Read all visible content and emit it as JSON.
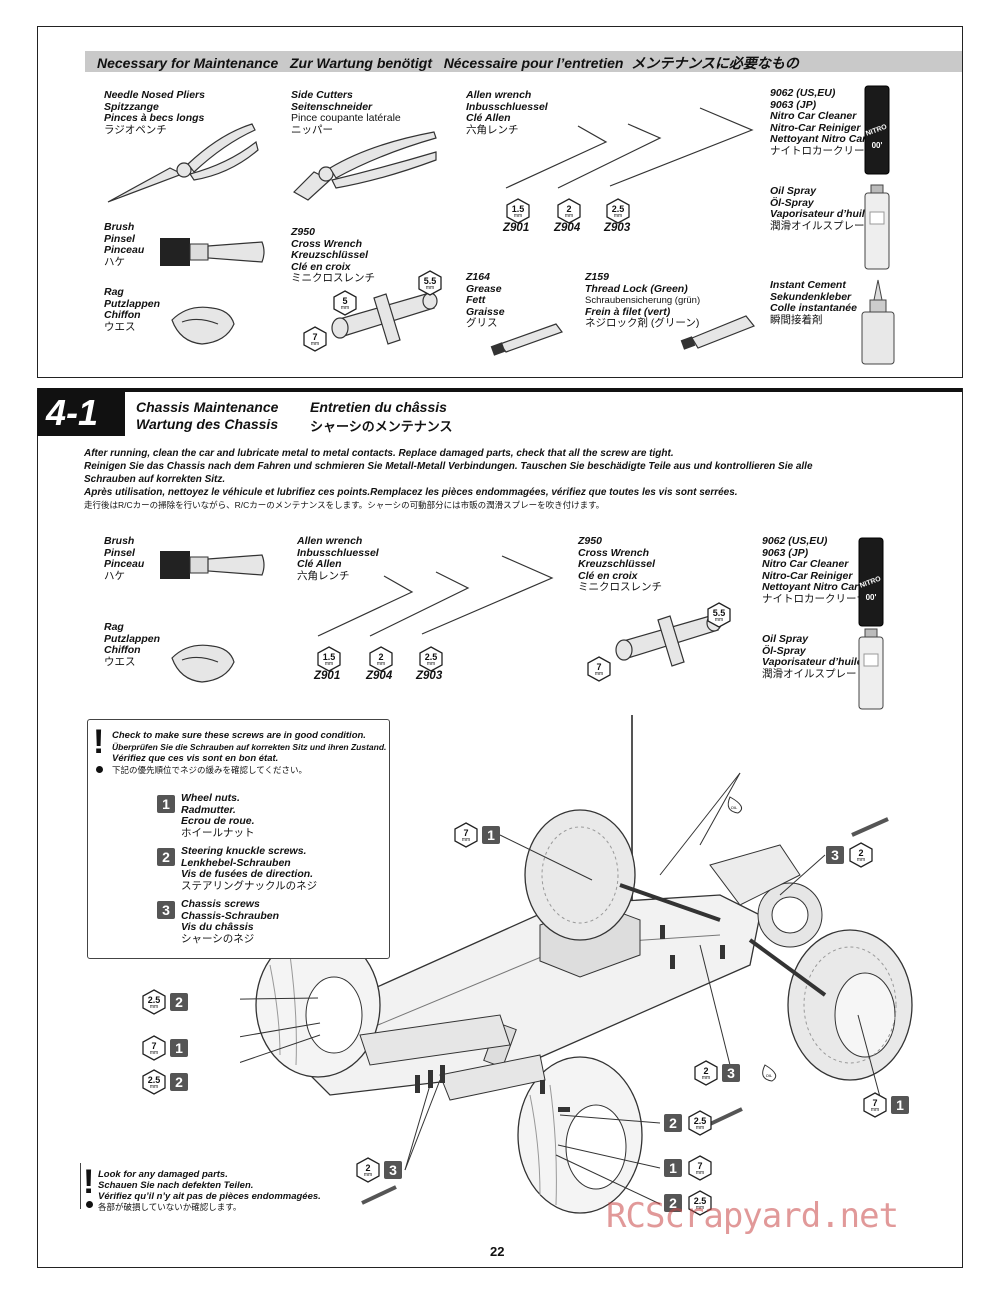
{
  "maintenance_box": {
    "header": "Necessary for Maintenance   Zur Wartung benötigt   Nécessaire pour l’entretien  メンテナンスに必要なもの",
    "pliers": [
      "Needle Nosed Pliers",
      "Spitzzange",
      "Pinces à becs longs",
      "ラジオペンチ"
    ],
    "cutters": [
      "Side Cutters",
      "Seitenschneider",
      "Pince coupante latérale",
      "ニッパー"
    ],
    "allen": [
      "Allen wrench",
      "Inbusschluessel",
      "Clé Allen",
      "六角レンチ"
    ],
    "cleaner": [
      "9062 (US,EU)",
      "9063 (JP)",
      "Nitro Car Cleaner",
      "Nitro-Car Reiniger",
      "Nettoyant Nitro Car",
      "ナイトロカークリーナー"
    ],
    "brush": [
      "Brush",
      "Pinsel",
      "Pinceau",
      "ハケ"
    ],
    "cross": [
      "Z950",
      "Cross Wrench",
      "Kreuzschlüssel",
      "Clé en croix",
      "ミニクロスレンチ"
    ],
    "oil": [
      "Oil Spray",
      "Öl-Spray",
      "Vaporisateur d’huile",
      "潤滑オイルスプレー"
    ],
    "rag": [
      "Rag",
      "Putzlappen",
      "Chiffon",
      "ウエス"
    ],
    "grease": [
      "Z164",
      "Grease",
      "Fett",
      "Graisse",
      "グリス"
    ],
    "thread": [
      "Z159",
      "Thread Lock (Green)",
      "Schraubensicherung (grün)",
      "Frein à filet (vert)",
      "ネジロック剤 (グリーン)"
    ],
    "cement": [
      "Instant Cement",
      "Sekundenkleber",
      "Colle instantanée",
      "瞬間接着剤"
    ],
    "allen_sizes": [
      {
        "size": "1.5",
        "code": "Z901"
      },
      {
        "size": "2",
        "code": "Z904"
      },
      {
        "size": "2.5",
        "code": "Z903"
      }
    ],
    "cross_sizes": [
      "5.5",
      "5",
      "7"
    ],
    "unit": "mm"
  },
  "section": {
    "number": "4-1",
    "title_en": "Chassis Maintenance",
    "title_de": "Wartung des Chassis",
    "title_fr": "Entretien du châssis",
    "title_jp": "シャーシのメンテナンス",
    "instructions": [
      "After running, clean the car and lubricate metal to metal contacts. Replace damaged parts, check that all the screw are tight.",
      "Reinigen Sie das Chassis nach dem Fahren und schmieren Sie Metall-Metall Verbindungen. Tauschen Sie beschädigte Teile aus und kontrollieren Sie alle",
      "Schrauben auf korrekten Sitz.",
      "Après utilisation, nettoyez le véhicule et lubrifiez ces points.Remplacez les pièces endommagées, vérifiez que toutes les vis sont serrées.",
      "走行後はR/Cカーの掃除を行いながら、R/Cカーのメンテナンスをします。シャーシの可動部分には市販の潤滑スプレーを吹き付けます。"
    ],
    "cross_sizes": [
      "5.5",
      "7"
    ]
  },
  "check_box": {
    "lines": [
      "Check to make sure these screws are in good condition.",
      "Überprüfen Sie die Schrauben auf korrekten Sitz und ihren Zustand.",
      "Vérifiez que ces vis sont en bon état.",
      "下記の優先順位でネジの緩みを確認してください。"
    ],
    "items": [
      {
        "num": "1",
        "lines": [
          "Wheel nuts.",
          "Radmutter.",
          "Ecrou de roue.",
          "ホイールナット"
        ]
      },
      {
        "num": "2",
        "lines": [
          "Steering knuckle screws.",
          "Lenkhebel-Schrauben",
          "Vis de fusées de direction.",
          "ステアリングナックルのネジ"
        ]
      },
      {
        "num": "3",
        "lines": [
          "Chassis screws",
          "Chassis-Schrauben",
          "Vis du châssis",
          "シャーシのネジ"
        ]
      }
    ]
  },
  "damage_note": [
    "Look for any damaged parts.",
    "Schauen Sie nach defekten Teilen.",
    "Vérifiez qu’il n’y ait pas de pièces endommagées.",
    "各部が破損していないか確認します。"
  ],
  "callouts": [
    {
      "size": "7",
      "num": "1"
    },
    {
      "size": "2",
      "num": "3"
    },
    {
      "size": "2.5",
      "num": "2"
    },
    {
      "size": "7",
      "num": "1"
    },
    {
      "size": "2.5",
      "num": "2"
    },
    {
      "size": "2",
      "num": "3"
    },
    {
      "size": "7",
      "num": "1"
    },
    {
      "size": "2.5",
      "num": "2"
    },
    {
      "size": "7",
      "num": "1"
    },
    {
      "size": "2.5",
      "num": "2"
    },
    {
      "size": "2",
      "num": "3"
    }
  ],
  "oil_label": "OIL",
  "page_number": "22",
  "watermark": "RCScrapyard.net"
}
